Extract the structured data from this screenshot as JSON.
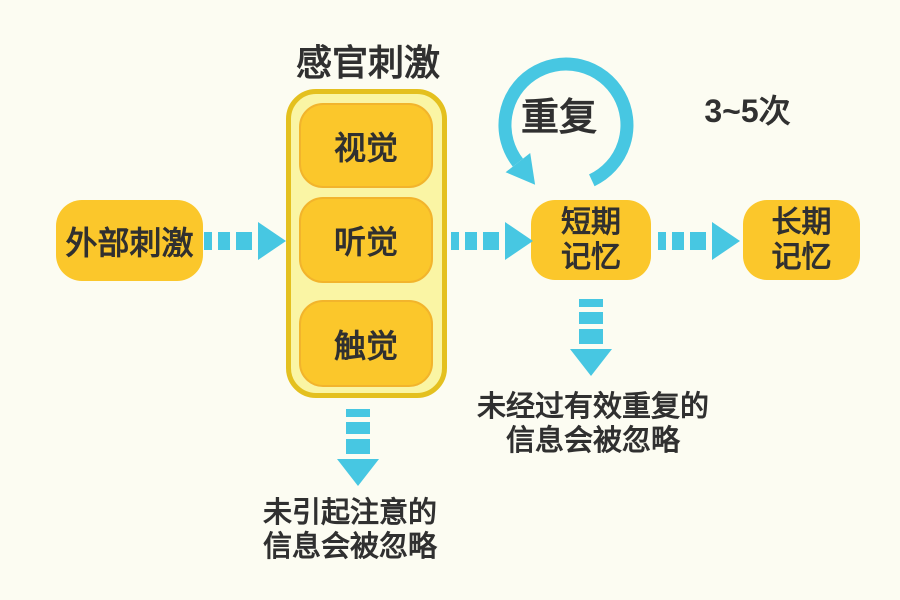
{
  "colors": {
    "bg": "#FCFCF2",
    "gold": "#FBC72B",
    "pale": "#FAF5A4",
    "container_border": "#E4C01F",
    "inner_border": "#F2B42C",
    "cyan": "#47C7E2",
    "text": "#303030"
  },
  "titles": {
    "sensory": "感官刺激",
    "loop": "重复",
    "times": "3~5次"
  },
  "nodes": {
    "external": {
      "label": "外部刺激"
    },
    "sensory_items": [
      {
        "label": "视觉"
      },
      {
        "label": "听觉"
      },
      {
        "label": "触觉"
      }
    ],
    "short_term": {
      "lines": [
        "短期",
        "记忆"
      ]
    },
    "long_term": {
      "lines": [
        "长期",
        "记忆"
      ]
    }
  },
  "notes": {
    "attention": {
      "lines": [
        "未引起注意的",
        "信息会被忽略"
      ]
    },
    "rehearsal": {
      "lines": [
        "未经过有效重复的",
        "信息会被忽略"
      ]
    }
  },
  "arrows": {
    "horizontal": [
      "external-to-sensory",
      "sensory-to-short-term",
      "short-term-to-long-term"
    ],
    "downward": [
      "sensory-ignored",
      "short-term-ignored"
    ],
    "loop": "repeat-on-short-term-memory"
  }
}
